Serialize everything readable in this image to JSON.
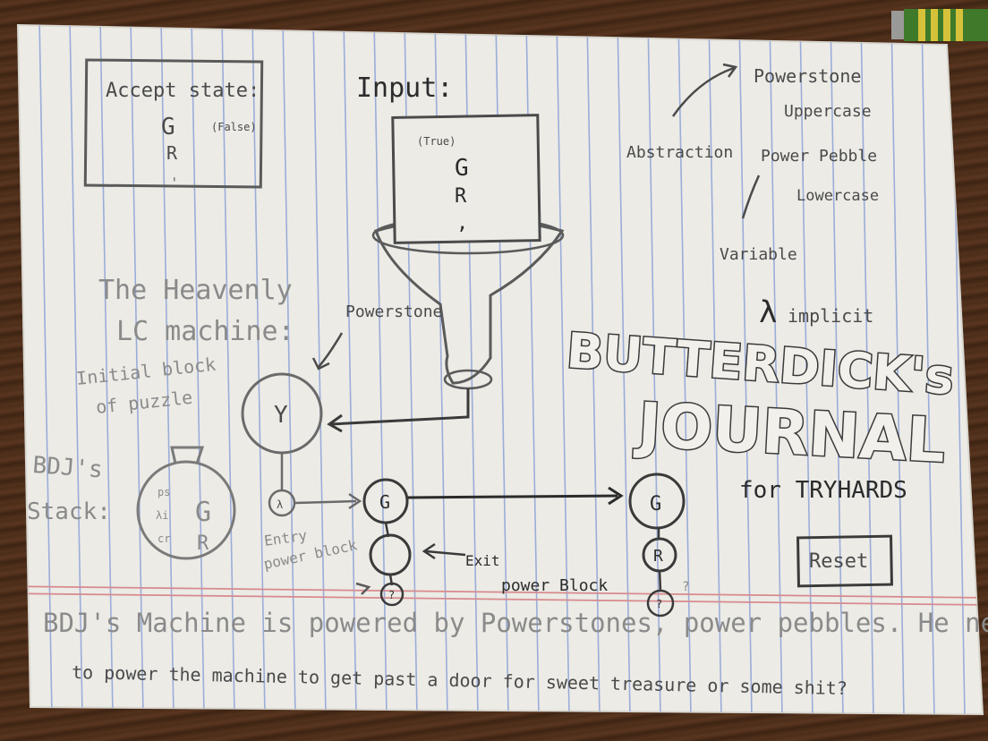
{
  "accept_box": {
    "title": "Accept state:",
    "label": "(False)",
    "letters": [
      "G",
      "R",
      "ˌ"
    ]
  },
  "input_box": {
    "title": "Input:",
    "label": "(True)",
    "letters": [
      "G",
      "R",
      ","
    ]
  },
  "abstraction": {
    "word": "Abstraction",
    "top_line1": "Powerstone",
    "top_line2": "Uppercase",
    "mid_line1": "Power Pebble",
    "mid_line2": "Lowercase",
    "bottom": "Variable",
    "lambda": "λ",
    "implicit": "implicit"
  },
  "machine": {
    "title_line1": "The Heavenly",
    "title_line2": "LC machine:",
    "initial_line1": "Initial block",
    "initial_line2": "of puzzle",
    "powerstone_label": "Powerstone",
    "y_node": "Y",
    "small_node": "λ"
  },
  "stack": {
    "label_line1": "BDJ's",
    "label_line2": "Stack:",
    "small_letters": [
      "ps",
      "λi",
      "cr"
    ],
    "big_letters": [
      "G",
      "R"
    ]
  },
  "chain_left": {
    "nodes": [
      "G",
      "",
      "?"
    ],
    "side_label_line1": "Entry",
    "side_label_line2": "power block",
    "block_label_line1": "Exit",
    "block_label_line2": "power Block"
  },
  "chain_right": {
    "nodes": [
      "G",
      "R",
      "?"
    ],
    "question": "?"
  },
  "title": {
    "line1": "BUTTERDICK's",
    "line2": "JOURNAL",
    "line3": "for TRYHARDS"
  },
  "reset_button": "Reset",
  "footer": {
    "line1": "BDJ's Machine is powered by Powerstones, power pebbles. He needs",
    "line2": "to power the machine to get past a door for sweet treasure or some shit?"
  }
}
